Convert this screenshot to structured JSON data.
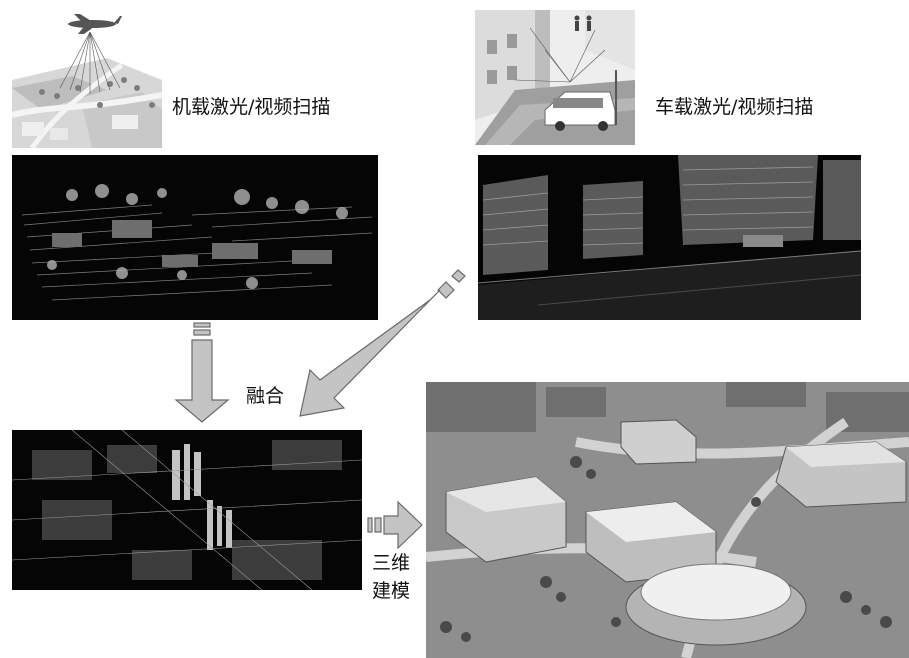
{
  "labels": {
    "airborne_scan": "机载激光/视频扫描",
    "vehicle_scan": "车载激光/视频扫描",
    "fusion": "融合",
    "modeling_line1": "三维",
    "modeling_line2": "建模"
  },
  "colors": {
    "arrow_fill": "#c4c4c4",
    "arrow_stroke": "#6a6a6a",
    "pointcloud_bg": "#050505",
    "model_bg": "#8e8e8e"
  }
}
